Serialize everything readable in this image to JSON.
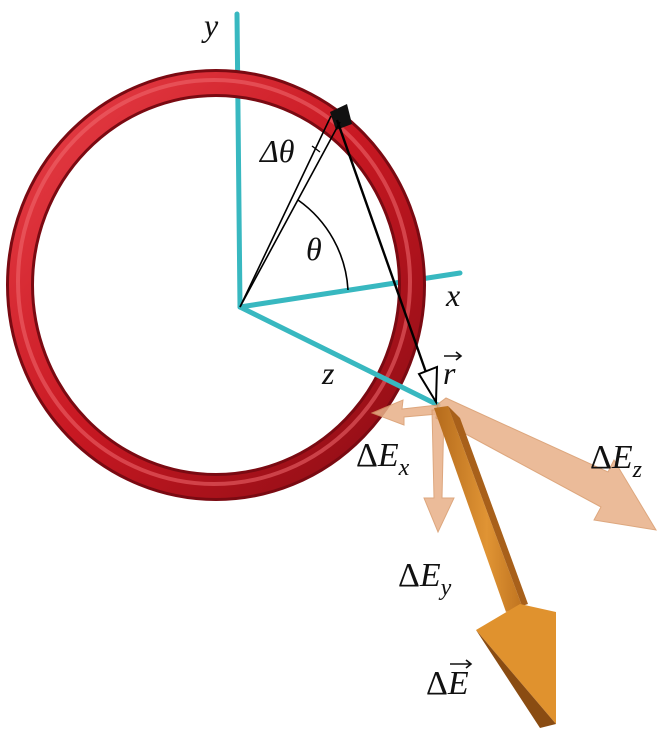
{
  "labels": {
    "y_axis": "y",
    "x_axis": "x",
    "z_axis": "z",
    "delta_theta": "Δθ",
    "theta": "θ",
    "r_vector": "r",
    "dEx_delta": "Δ",
    "dEx_main": "E",
    "dEx_sub": "x",
    "dEy_delta": "Δ",
    "dEy_main": "E",
    "dEy_sub": "y",
    "dEz_delta": "Δ",
    "dEz_main": "E",
    "dEz_sub": "z",
    "dE_delta": "Δ",
    "dE_main": "E"
  },
  "colors": {
    "ring": "#d0202a",
    "axis": "#38b8c0",
    "field_vector": "#d98a2a",
    "component_vectors": "#e8b088",
    "lines": "#000000"
  }
}
